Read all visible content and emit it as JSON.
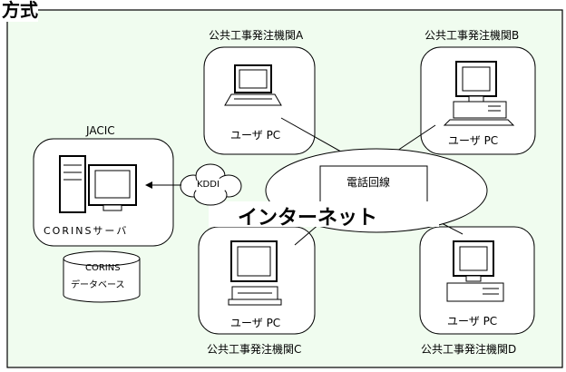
{
  "header": {
    "title": "方式"
  },
  "nodes": {
    "agency_a": {
      "title": "公共工事発注機関A",
      "pc_label": "ユーザ PC"
    },
    "agency_b": {
      "title": "公共工事発注機関B",
      "pc_label": "ユーザ PC"
    },
    "agency_c": {
      "title": "公共工事発注機関C",
      "pc_label": "ユーザ PC"
    },
    "agency_d": {
      "title": "公共工事発注機関D",
      "pc_label": "ユーザ PC"
    },
    "jacic": {
      "title": "JACIC",
      "server_label": "CORINSサーバ",
      "db_line1": "CORINS",
      "db_line2": "データベース"
    }
  },
  "network": {
    "phone_line": "電話回線",
    "internet": "インターネット",
    "kddi": "KDDI"
  },
  "colors": {
    "background": "#f0fcef",
    "border": "#000000",
    "accent_text": "#000000"
  }
}
